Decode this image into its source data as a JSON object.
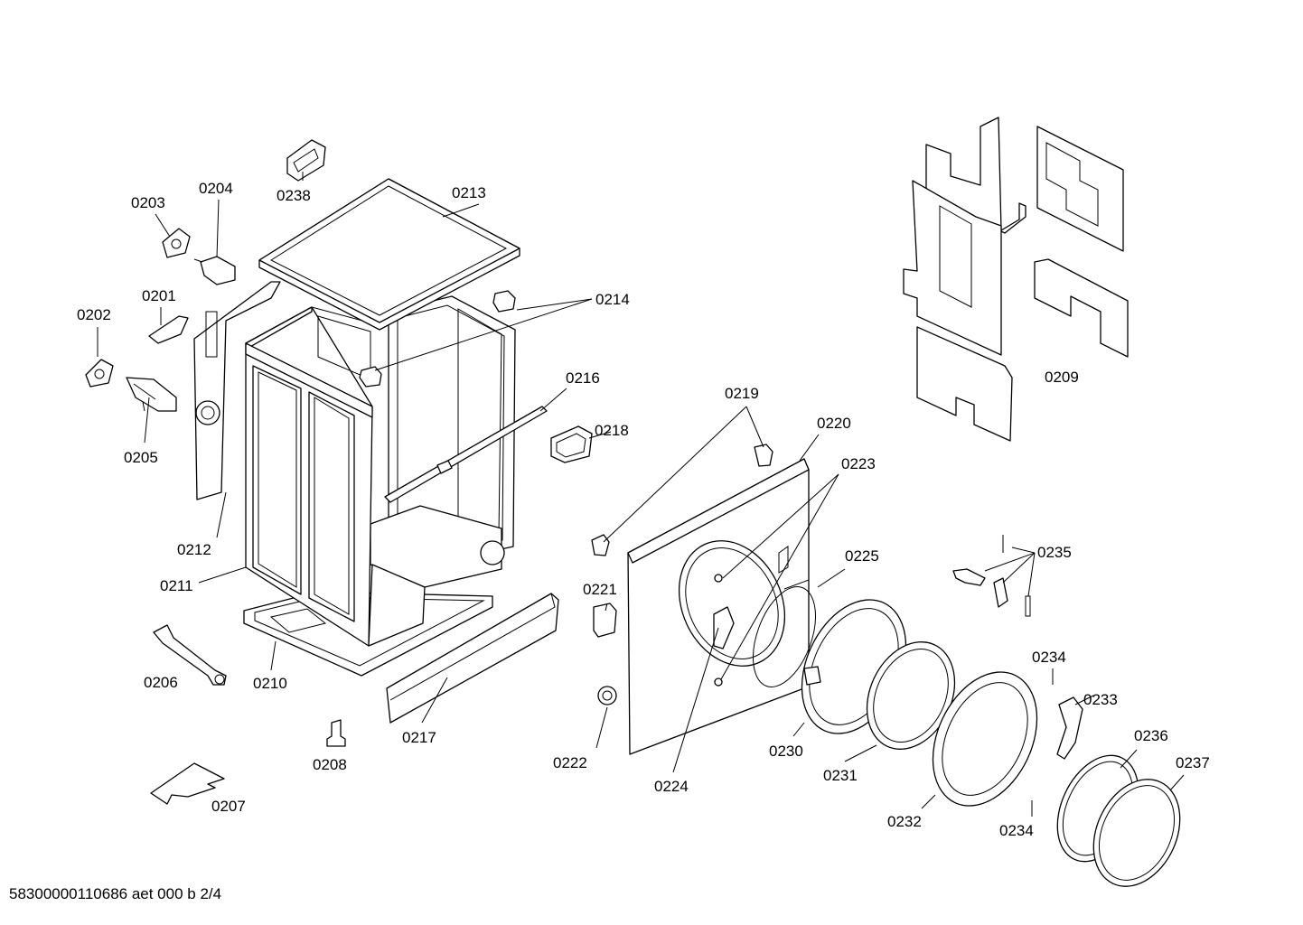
{
  "footer": {
    "doc_id": "58300000110686 aet 000 b 2/4"
  },
  "labels": {
    "p0201": "0201",
    "p0202": "0202",
    "p0203": "0203",
    "p0204": "0204",
    "p0205": "0205",
    "p0206": "0206",
    "p0207": "0207",
    "p0208": "0208",
    "p0209": "0209",
    "p0210": "0210",
    "p0211": "0211",
    "p0212": "0212",
    "p0213": "0213",
    "p0214": "0214",
    "p0216": "0216",
    "p0217": "0217",
    "p0218": "0218",
    "p0219": "0219",
    "p0220": "0220",
    "p0221": "0221",
    "p0222": "0222",
    "p0223": "0223",
    "p0224": "0224",
    "p0225": "0225",
    "p0230": "0230",
    "p0231": "0231",
    "p0232": "0232",
    "p0233": "0233",
    "p0234a": "0234",
    "p0234b": "0234",
    "p0235": "0235",
    "p0236": "0236",
    "p0237": "0237",
    "p0238": "0238"
  }
}
